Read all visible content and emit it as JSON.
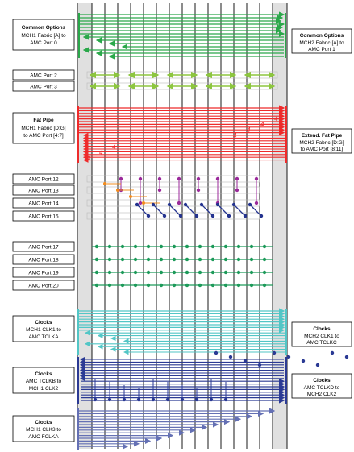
{
  "colors": {
    "common": "#2aa84a",
    "amc23": "#8dc63f",
    "fatpipe": "#ee2b2b",
    "port12_15_purple": "#9b2a9b",
    "port12_15_orange": "#f28c1e",
    "port12_15_blue": "#24338f",
    "port17_20": "#1d9a5a",
    "clk1": "#52c6c6",
    "clk2": "#2b3a94",
    "clk3": "#6470b4",
    "grid": "#000000",
    "shade": "#e0e0e0"
  },
  "left_blocks": {
    "common": {
      "title": "Common Options",
      "lines": [
        "MCH1 Fabric [A] to",
        "AMC Port 0"
      ]
    },
    "amc2": {
      "label": "AMC Port 2"
    },
    "amc3": {
      "label": "AMC Port 3"
    },
    "fatpipe": {
      "title": "Fat Pipe",
      "lines": [
        "MCH1 Fabric [D:G]",
        "to AMC Port [4:7]"
      ]
    },
    "amc12": {
      "label": "AMC Port 12"
    },
    "amc13": {
      "label": "AMC Port 13"
    },
    "amc14": {
      "label": "AMC Port 14"
    },
    "amc15": {
      "label": "AMC Port 15"
    },
    "amc17": {
      "label": "AMC Port 17"
    },
    "amc18": {
      "label": "AMC Port 18"
    },
    "amc19": {
      "label": "AMC Port 19"
    },
    "amc20": {
      "label": "AMC Port 20"
    },
    "clk1": {
      "title": "Clocks",
      "lines": [
        "MCH1 CLK1 to",
        "AMC TCLKA"
      ]
    },
    "clk2": {
      "title": "Clocks",
      "lines": [
        "AMC TCLKB to",
        "MCH1 CLK2"
      ]
    },
    "clk3": {
      "title": "Clocks",
      "lines": [
        "MCH1 CLK3 to",
        "AMC FCLKA"
      ]
    }
  },
  "right_blocks": {
    "common": {
      "title": "Common Options",
      "lines": [
        "MCH2 Fabric [A] to",
        "AMC Port 1"
      ]
    },
    "fatpipe": {
      "title": "Extend. Fat Pipe",
      "lines": [
        "MCH2 Fabric [D:G]",
        "to AMC Port [8:11]"
      ]
    },
    "clk1": {
      "title": "Clocks",
      "lines": [
        "MCH2 CLK1 to",
        "AMC TCLKC"
      ]
    },
    "clk2": {
      "title": "Clocks",
      "lines": [
        "AMC TCLKD to",
        "MCH2 CLK2"
      ]
    }
  },
  "fatpipe_marker": "4"
}
